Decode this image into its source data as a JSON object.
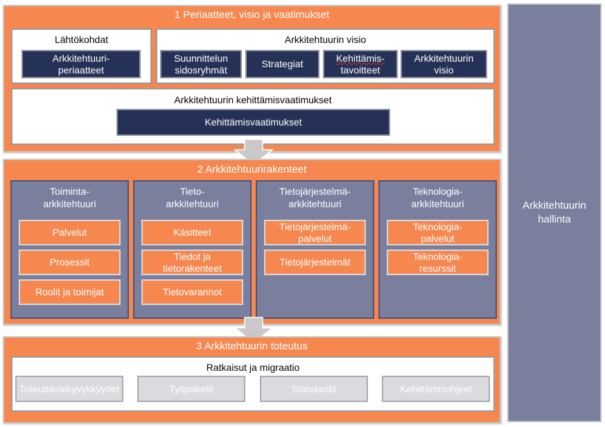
{
  "section1": {
    "title": "1 Periaatteet, visio ja vaatimukset",
    "lahtokohdat": {
      "title": "Lähtökohdat",
      "items": [
        {
          "l1": "Arkkitehtuuri-",
          "l2": "periaatteet"
        }
      ]
    },
    "visio": {
      "title": "Arkkitehtuurin visio",
      "items": [
        {
          "l1": "Suunnittelun",
          "l2": "sidosryhmät"
        },
        {
          "l1": "Strategiat",
          "l2": ""
        },
        {
          "l1": "Kehittämis-",
          "l2": "tavoitteet"
        },
        {
          "l1": "Arkkitehtuurin",
          "l2": "visio"
        }
      ]
    },
    "vaatimukset": {
      "title": "Arkkitehtuurin kehittämisvaatimukset",
      "item": "Kehittämisvaatimukset"
    }
  },
  "section2": {
    "title": "2 Arkkitehtuurirakenteet",
    "columns": [
      {
        "t1": "Toiminta-",
        "t2": "arkkitehtuuri",
        "items": [
          {
            "l1": "Palvelut",
            "l2": ""
          },
          {
            "l1": "Prosessit",
            "l2": ""
          },
          {
            "l1": "Roolit ja toimijat",
            "l2": ""
          }
        ]
      },
      {
        "t1": "Tieto-",
        "t2": "arkkitehtuuri",
        "items": [
          {
            "l1": "Käsitteet",
            "l2": ""
          },
          {
            "l1": "Tiedot ja",
            "l2": "tietorakenteet"
          },
          {
            "l1": "Tietovarannot",
            "l2": ""
          }
        ]
      },
      {
        "t1": "Tietojärjestelmä-",
        "t2": "arkkitehtuuri",
        "items": [
          {
            "l1": "Tietojärjestelmä-",
            "l2": "palvelut"
          },
          {
            "l1": "Tietojärjestelmät",
            "l2": ""
          }
        ]
      },
      {
        "t1": "Teknologia-",
        "t2": "arkkitehtuuri",
        "items": [
          {
            "l1": "Teknologia-",
            "l2": "palvelut"
          },
          {
            "l1": "Teknologia-",
            "l2": "resurssit"
          }
        ]
      }
    ]
  },
  "section3": {
    "title": "3 Arkkitehtuurin toteutus",
    "panel": {
      "title": "Ratkaisut ja migraatio",
      "items": [
        {
          "l1": "Toteuttavat",
          "l2": "kyvykkyydet"
        },
        {
          "l1": "Työpaketit",
          "l2": ""
        },
        {
          "l1": "Standardit",
          "l2": ""
        },
        {
          "l1": "Kehittämisohjeet",
          "l2": ""
        }
      ]
    }
  },
  "side": {
    "l1": "Arkkitehtuurin",
    "l2": "hallinta"
  },
  "colors": {
    "orange": "#f5874f",
    "navy": "#253156",
    "slate": "#7a7f9e",
    "grey": "#dadbde"
  },
  "icons": [
    "down-arrow-icon",
    "down-arrow-icon"
  ]
}
